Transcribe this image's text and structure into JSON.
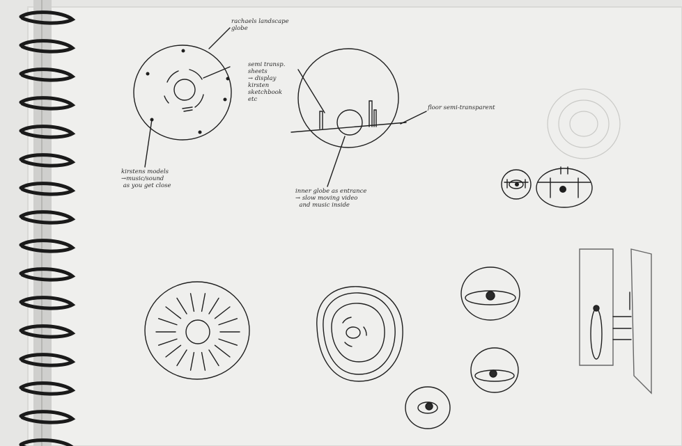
{
  "image": {
    "kind": "sketchbook-page-photo",
    "colors": {
      "paper": "#efefed",
      "ink": "#1e1e1e",
      "faint-pencil": "#c9c9c6",
      "spiral": "#1a1a1a",
      "page-edge": "#d9d9d6"
    }
  },
  "annotations": {
    "globe_label": "rachaels landscape\nglobe",
    "sheets_label": "semi transp.\nsheets\n→ display\nkirsten\nsketchbook\netc",
    "floor_label": "floor semi-transparent",
    "models_label": "kirstens models\n→music/sound\n as you get close",
    "entrance_label": "inner globe as entrance\n→ slow moving video\n  and music inside"
  }
}
